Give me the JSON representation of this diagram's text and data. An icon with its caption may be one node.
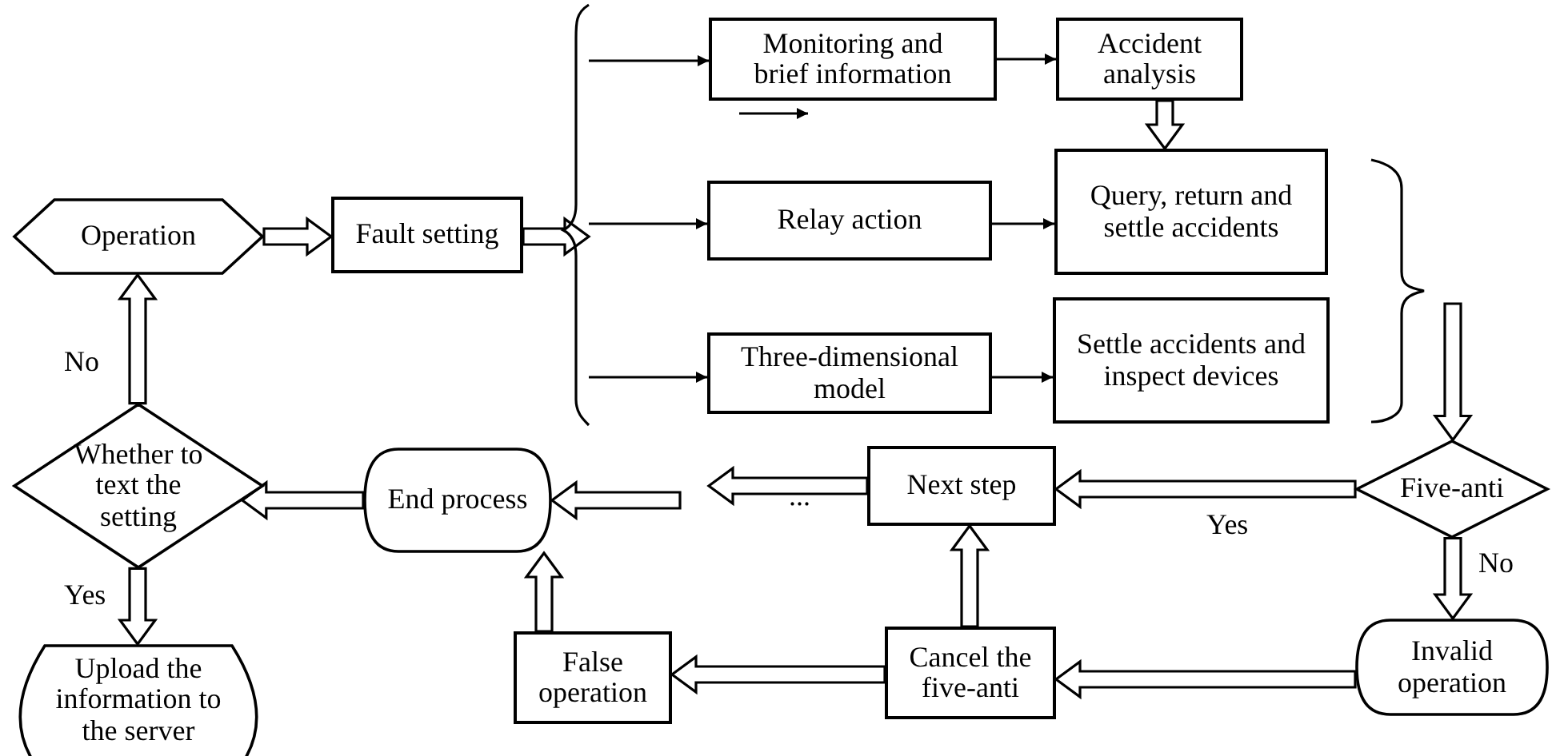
{
  "diagram": {
    "nodes": [
      {
        "text": [
          "Operation"
        ]
      },
      {
        "text": [
          "Fault setting"
        ]
      },
      {
        "text": [
          "Monitoring and brief information"
        ]
      },
      {
        "text": [
          "Accident analysis"
        ]
      },
      {
        "text": [
          "Relay action"
        ]
      },
      {
        "text": [
          "Query, return and settle accidents"
        ]
      },
      {
        "text": [
          "Three-dimensional model"
        ]
      },
      {
        "text": [
          "Settle accidents and inspect devices"
        ]
      },
      {
        "text": [
          "Whether to text the setting"
        ]
      },
      {
        "text": [
          "End process"
        ]
      },
      {
        "text": [
          "Next step"
        ]
      },
      {
        "text": [
          "Five-anti"
        ]
      },
      {
        "text": [
          "Upload the information to the server"
        ]
      },
      {
        "text": [
          "False operation"
        ]
      },
      {
        "text": [
          "Cancel the five-anti"
        ]
      },
      {
        "text": [
          "Invalid operation"
        ]
      },
      {
        "text": [],
        "shape": "brace"
      },
      {
        "text": [],
        "shape": "brace"
      }
    ],
    "edges": [
      {
        "from": 0,
        "to": 1,
        "arrow": "to",
        "style": "thick"
      },
      {
        "from": 1,
        "to": 16,
        "arrow": "to",
        "style": "thick"
      },
      {
        "from": 16,
        "to": 2,
        "arrow": "to"
      },
      {
        "from": 16,
        "to": 4,
        "arrow": "to"
      },
      {
        "from": 16,
        "to": 6,
        "arrow": "to"
      },
      {
        "from": 2,
        "to": 3,
        "arrow": "to"
      },
      {
        "from": 3,
        "to": 5,
        "arrow": "to",
        "style": "thick"
      },
      {
        "from": 4,
        "to": 5,
        "arrow": "to"
      },
      {
        "from": 6,
        "to": 7,
        "arrow": "to"
      },
      {
        "from": 17,
        "to": 11,
        "arrow": "to",
        "style": "thick"
      },
      {
        "from": 11,
        "to": 10,
        "arrow": "to",
        "label": "Yes",
        "style": "thick"
      },
      {
        "from": 11,
        "to": 15,
        "arrow": "to",
        "label": "No",
        "style": "thick"
      },
      {
        "from": 15,
        "to": 14,
        "arrow": "to",
        "style": "thick"
      },
      {
        "from": 14,
        "to": 13,
        "arrow": "to",
        "style": "thick"
      },
      {
        "from": 14,
        "to": 10,
        "arrow": "to",
        "style": "thick"
      },
      {
        "from": 13,
        "to": 9,
        "arrow": "to",
        "style": "thick"
      },
      {
        "from": 10,
        "to": null,
        "arrow": "to",
        "style": "thick"
      },
      {
        "from": null,
        "to": 9,
        "arrow": "to",
        "style": "thick"
      },
      {
        "from": 9,
        "to": 8,
        "arrow": "to",
        "style": "thick"
      },
      {
        "from": 8,
        "to": 0,
        "arrow": "to",
        "label": "No",
        "style": "thick"
      },
      {
        "from": 8,
        "to": 12,
        "arrow": "to",
        "label": "Yes",
        "style": "thick"
      }
    ],
    "labels": [
      "..."
    ]
  }
}
